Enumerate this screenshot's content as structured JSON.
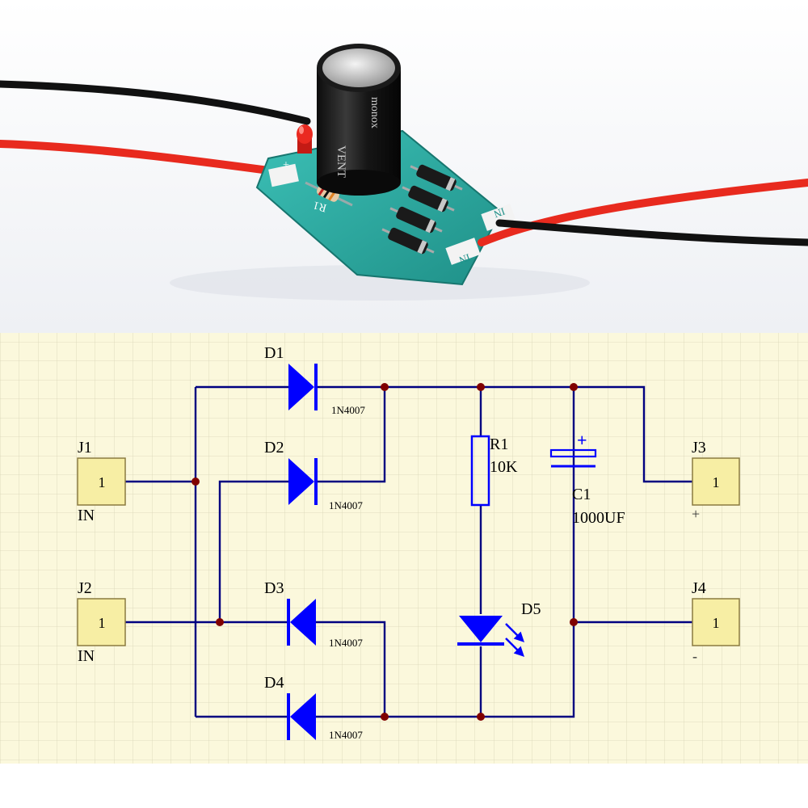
{
  "colors": {
    "background": "#ffffff",
    "grid_paper": "#fbf8dc",
    "grid_line": "#d8d5b6",
    "wire": "#000080",
    "junction": "#800000",
    "component": "#0000ff",
    "pad": "#f7eea4",
    "label": "#000000",
    "pcb": "#26a8a0",
    "wire_red": "#e82a1e",
    "wire_black": "#111111"
  },
  "photo": {
    "capacitor_print_1": "VENT",
    "capacitor_print_2": "monox",
    "silk_r1": "R1",
    "silk_in_1": "IN",
    "silk_in_2": "IN",
    "silk_plus": "+"
  },
  "schematic": {
    "diodes": [
      {
        "ref": "D1",
        "value": "1N4007"
      },
      {
        "ref": "D2",
        "value": "1N4007"
      },
      {
        "ref": "D3",
        "value": "1N4007"
      },
      {
        "ref": "D4",
        "value": "1N4007"
      }
    ],
    "connectors": [
      {
        "ref": "J1",
        "pin": "1",
        "label": "IN"
      },
      {
        "ref": "J2",
        "pin": "1",
        "label": "IN"
      },
      {
        "ref": "J3",
        "pin": "1",
        "label": "+"
      },
      {
        "ref": "J4",
        "pin": "1",
        "label": "-"
      }
    ],
    "resistor": {
      "ref": "R1",
      "value": "10K"
    },
    "capacitor": {
      "ref": "C1",
      "value": "1000UF",
      "polarity": "+"
    },
    "led": {
      "ref": "D5"
    }
  }
}
